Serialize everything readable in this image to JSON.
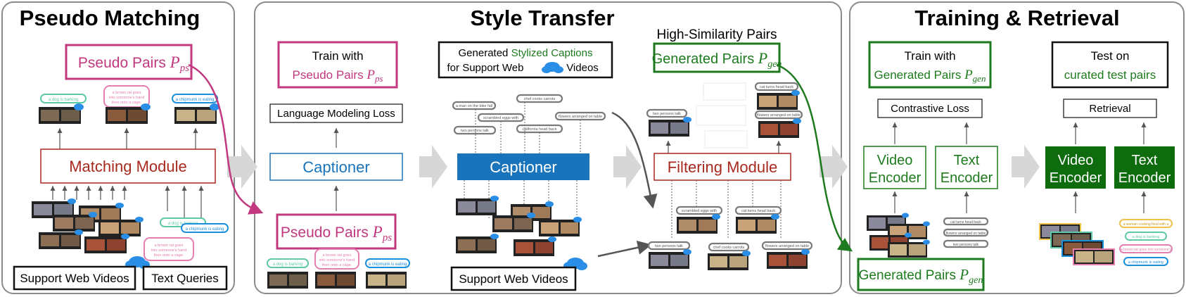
{
  "panels": {
    "pseudo_matching": {
      "title": "Pseudo Matching",
      "pseudo_pairs": "Pseudo Pairs",
      "pseudo_symbol": "P",
      "pseudo_sub": "ps",
      "matching_module": "Matching Module",
      "captions": [
        "a dog is barking",
        "a brown rat goes into someone's hand then onto a cage.",
        "a chipmunk is eating"
      ],
      "query_captions": [
        "a dog is barking",
        "a chipmunk is eating",
        "a brown rat goes into someone's hand then onto a cage."
      ],
      "support_web_videos": "Support Web Videos",
      "text_queries": "Text Queries"
    },
    "style_transfer": {
      "title": "Style Transfer",
      "train_with_line1": "Train with",
      "train_with_line2": "Pseudo  Pairs",
      "pseudo_symbol": "P",
      "pseudo_sub": "ps",
      "language_modeling_loss": "Language Modeling Loss",
      "captioner_outline": "Captioner",
      "captioner_filled": "Captioner",
      "pseudo_pairs": "Pseudo Pairs",
      "generated_line1_a": "Generated",
      "generated_line1_b": "Stylized Captions",
      "generated_line2_a": "for Support Web",
      "generated_line2_b": "Videos",
      "high_similarity_pairs": "High-Similarity Pairs",
      "generated_pairs": "Generated Pairs",
      "gen_symbol": "P",
      "gen_sub": "gen",
      "filtering_module": "Filtering Module",
      "support_web_videos": "Support Web Videos",
      "stylized_captions": [
        "a man on the bike fall",
        "chef cooks carrots",
        "scrambled eggs with",
        "two persons talk",
        "california head back",
        "flowers arranged on table"
      ],
      "pseudo_captions": [
        "a dog is barking",
        "a brown rat goes into someone's hand then onto a cage.",
        "a chipmunk is eating"
      ],
      "filtered_captions_top": [
        "two persons talk",
        "cat turns head back",
        "flowers arranged on table"
      ],
      "filtered_captions_mid": [
        "scrambled eggs with",
        "cat turns head back"
      ],
      "filtered_captions_bottom": [
        "two persons talk",
        "chef cooks carrots",
        "flowers arranged on table"
      ]
    },
    "training_retrieval": {
      "title": "Training & Retrieval",
      "train_with_line1": "Train with",
      "train_with_line2": "Generated Pairs",
      "gen_symbol": "P",
      "gen_sub": "gen",
      "contrastive_loss": "Contrastive Loss",
      "video_encoder_line1": "Video",
      "video_encoder_line2": "Encoder",
      "text_encoder_line1": "Text",
      "text_encoder_line2": "Encoder",
      "generated_pairs": "Generated Pairs",
      "test_on_line1": "Test on",
      "test_on_line2": "curated test  pairs",
      "retrieval": "Retrieval",
      "training_captions": [
        "cat turns head back",
        "flowers arranged on table",
        "two persons talk"
      ],
      "test_captions": [
        "a woman cooking food with a",
        "a dog is barking",
        "a brown rat goes into someone's",
        "a chipmunk is eating"
      ]
    }
  },
  "colors": {
    "magenta": "#c2387f",
    "red": "#a8291e",
    "blue": "#1a74bb",
    "green": "#1e7a1e",
    "dark_green": "#0e6b0e",
    "teal_caption": "#5fc9a7",
    "pink_caption": "#e47fb0",
    "cyan_caption": "#1a8fdc",
    "gray_caption": "#7a7a7a",
    "gray_arrow": "#d7d7d7",
    "panel_border": "#8b8b8b",
    "cloud": "#2b8ee6"
  },
  "icons": [
    "cloud-icon",
    "film-strip-icon",
    "chevron-arrow-icon",
    "curved-arrow-icon"
  ]
}
